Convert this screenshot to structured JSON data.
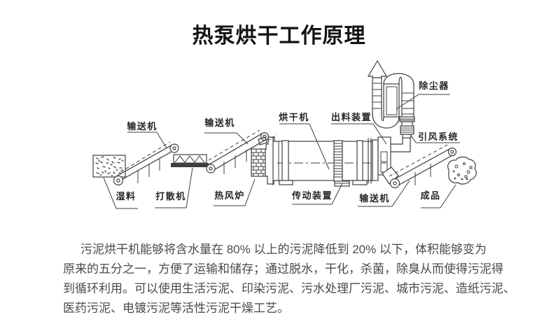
{
  "page": {
    "background": "#ffffff"
  },
  "title": {
    "text": "热泵烘干工作原理",
    "color": "#141414"
  },
  "diagram": {
    "ink_color": "#3f3f3f",
    "label_color": "#262626",
    "labels": {
      "conveyor_feed_1": "输送机",
      "conveyor_feed_2": "输送机",
      "dryer": "烘干机",
      "discharge_device": "出料装置",
      "dust_collector": "除尘器",
      "induced_draft_system": "引风系统",
      "wet_material": "湿料",
      "breaker": "打散机",
      "hot_air_furnace": "热风炉",
      "transmission": "传动装置",
      "conveyor_out": "输送机",
      "finished_product": "成品"
    }
  },
  "paragraph": {
    "color": "#4a4a4a",
    "lines": [
      "污泥烘干机能够将含水量在 80% 以上的污泥降低到 20% 以下，体积能够变为",
      "原来的五分之一，方便了运输和储存；通过脱水，干化，杀菌，除臭从而使得污泥得",
      "到循环利用。可以使用生活污泥、印染污泥、污水处理厂污泥、城市污泥、造纸污泥、",
      "医药污泥、电镀污泥等活性污泥干燥工艺。"
    ]
  }
}
